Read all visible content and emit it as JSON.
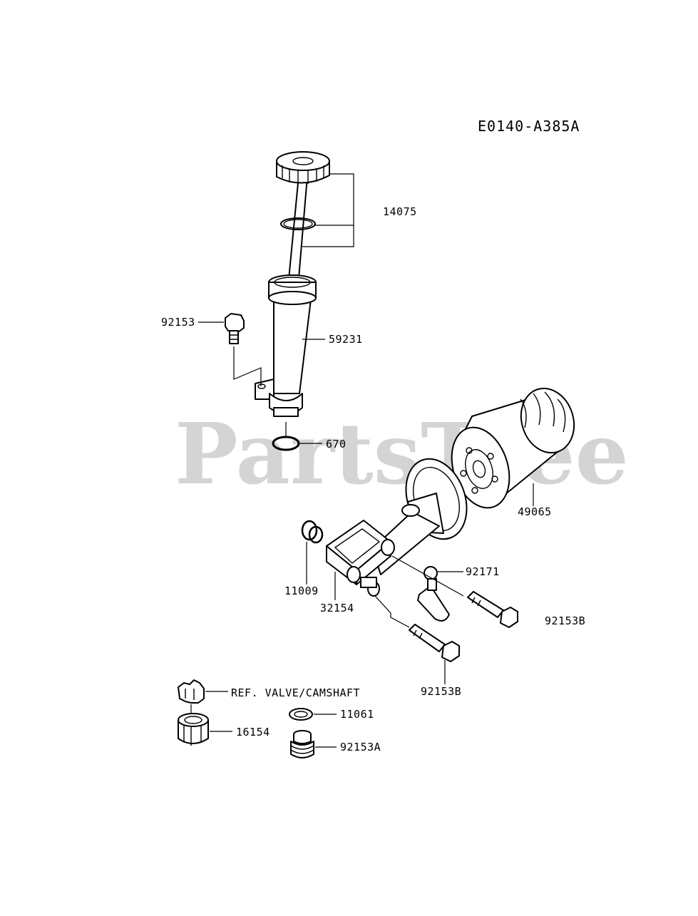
{
  "diagram": {
    "code": "E0140-A385A",
    "watermark": "PartsTree",
    "watermark_mark": "™",
    "labels": {
      "p14075": "14075",
      "p92153_top": "92153",
      "p59231": "59231",
      "p670": "670",
      "p49065": "49065",
      "p11009": "11009",
      "p92171": "92171",
      "p32154": "32154",
      "p92153B_right": "92153B",
      "p92153B_bottom": "92153B",
      "ref": "REF. VALVE/CAMSHAFT",
      "p11061": "11061",
      "p16154": "16154",
      "p92153A": "92153A"
    }
  }
}
